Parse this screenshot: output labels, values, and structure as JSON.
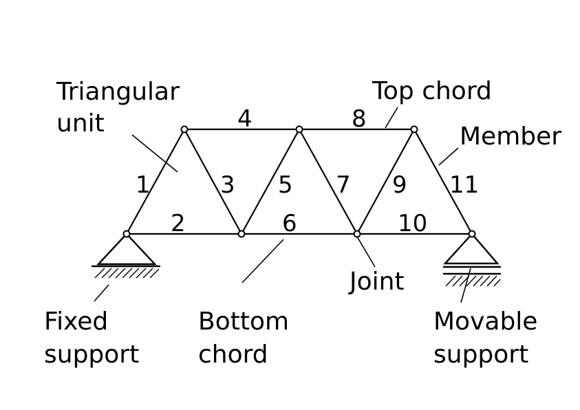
{
  "labels": {
    "triangular_unit_line1": "Triangular",
    "triangular_unit_line2": "unit",
    "top_chord": "Top chord",
    "member": "Member",
    "joint": "Joint",
    "fixed_support_line1": "Fixed",
    "fixed_support_line2": "support",
    "bottom_chord_line1": "Bottom",
    "bottom_chord_line2": "chord",
    "movable_support_line1": "Movable",
    "movable_support_line2": "support"
  },
  "members": [
    "1",
    "2",
    "3",
    "4",
    "5",
    "6",
    "7",
    "8",
    "9",
    "10",
    "11"
  ]
}
